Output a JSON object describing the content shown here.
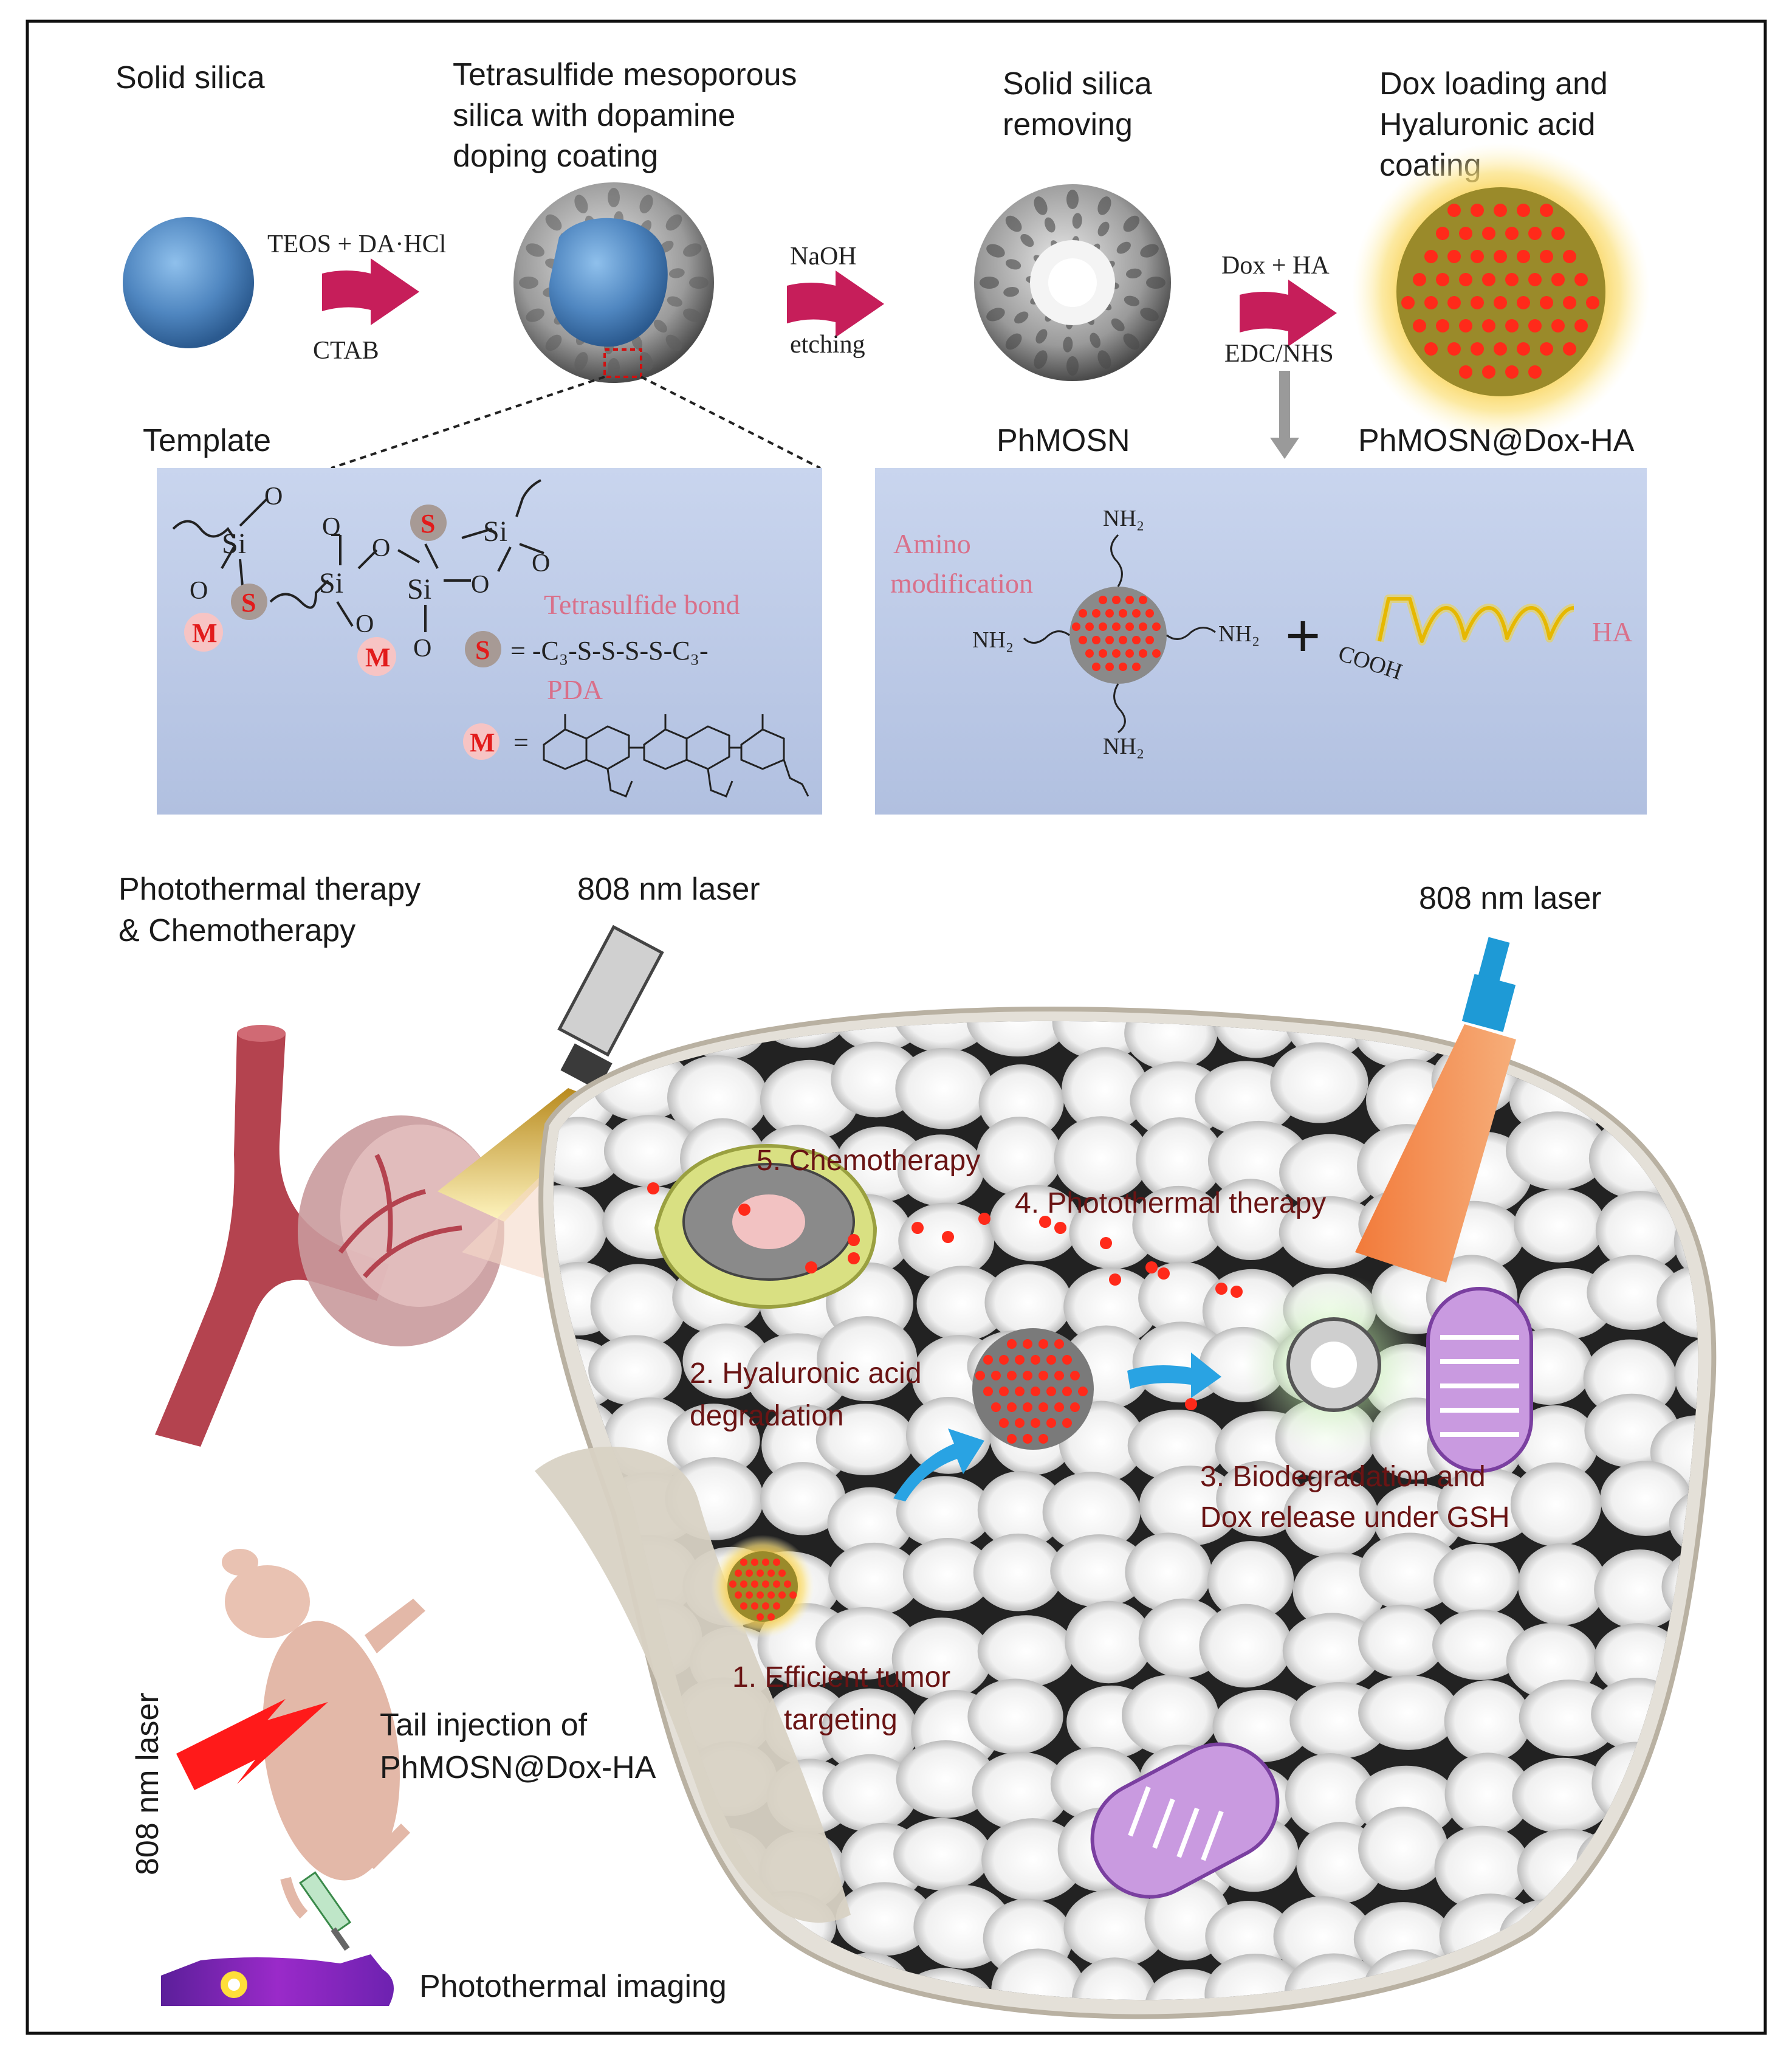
{
  "colors": {
    "frame": "#111111",
    "panel": "#bccbe6",
    "silica_blue": "#4f86c0",
    "arrow": "#c61e5a",
    "pink_text": "#d9708a",
    "dark_red_text": "#6a1414",
    "dox_red": "#ff2a1a",
    "ha_yellow": "#f7c531",
    "cell_bg": "#e4e0d8"
  },
  "synthesis": {
    "stage1": {
      "title": "Solid silica"
    },
    "stage2": {
      "title_lines": [
        "Tetrasulfide mesoporous",
        "silica with dopamine",
        "doping coating"
      ],
      "label": "Template"
    },
    "stage3": {
      "title_lines": [
        "Solid silica",
        "removing"
      ],
      "label": "PhMOSN"
    },
    "stage4": {
      "title_lines": [
        "Dox loading and",
        "Hyaluronic acid",
        "coating"
      ],
      "label": "PhMOSN@Dox-HA"
    },
    "arrow1": {
      "top": "TEOS + DA·HCl",
      "bottom": "CTAB"
    },
    "arrow2": {
      "top": "NaOH",
      "bottom": "etching"
    },
    "arrow3": {
      "top": "Dox + HA",
      "bottom": "EDC/NHS"
    }
  },
  "panel_left": {
    "si": "Si",
    "o": "O",
    "s_badge": "S",
    "m_badge": "M",
    "tetrasulfide_label": "Tetrasulfide bond",
    "s_formula": "= -C₃-S-S-S-S-C₃-",
    "pda_label": "PDA",
    "m_equals": "="
  },
  "panel_right": {
    "amino_line1": "Amino",
    "amino_line2": "modification",
    "nh2": "NH₂",
    "plus": "+",
    "cooh": "COOH",
    "ha_label": "HA"
  },
  "therapy": {
    "left_title_lines": [
      "Photothermal therapy",
      "& Chemotherapy"
    ],
    "laser_label_1": "808 nm laser",
    "laser_label_2": "808 nm laser",
    "laser_label_vertical": "808 nm laser",
    "step5": "5. Chemotherapy",
    "step4": "4. Photothermal therapy",
    "step2_lines": [
      "2. Hyaluronic acid",
      "degradation"
    ],
    "step3_lines": [
      "3. Biodegradation  and",
      "Dox release under GSH"
    ],
    "step1_lines": [
      "1.   Efficient tumor",
      "targeting"
    ],
    "tail_lines": [
      "Tail injection of",
      "PhMOSN@Dox-HA"
    ],
    "imaging": "Photothermal imaging"
  }
}
